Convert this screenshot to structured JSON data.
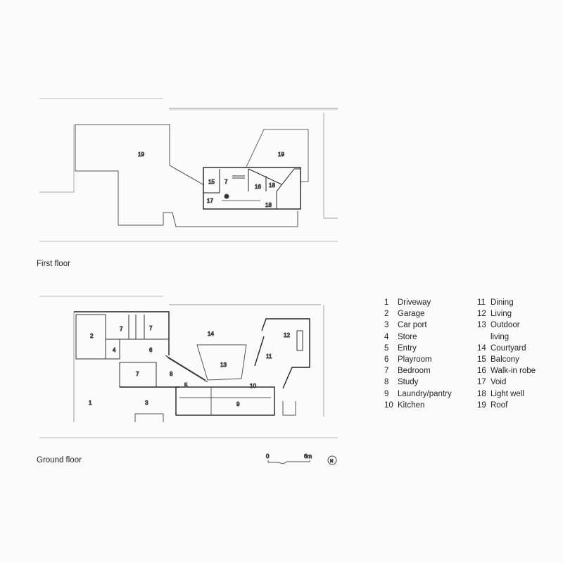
{
  "plans": {
    "first_floor": {
      "caption": "First floor",
      "labels": [
        "19",
        "19",
        "15",
        "7",
        "16",
        "18",
        "17",
        "18"
      ]
    },
    "ground_floor": {
      "caption": "Ground floor",
      "labels": [
        "1",
        "2",
        "3",
        "4",
        "5",
        "6",
        "7",
        "7",
        "7",
        "8",
        "9",
        "10",
        "11",
        "12",
        "13",
        "14"
      ]
    }
  },
  "scale_bar": {
    "start": "0",
    "end": "6m"
  },
  "north_symbol": "N",
  "legend": {
    "col1": [
      {
        "num": "1",
        "label": "Driveway"
      },
      {
        "num": "2",
        "label": "Garage"
      },
      {
        "num": "3",
        "label": "Car port"
      },
      {
        "num": "4",
        "label": "Store"
      },
      {
        "num": "5",
        "label": "Entry"
      },
      {
        "num": "6",
        "label": "Playroom"
      },
      {
        "num": "7",
        "label": "Bedroom"
      },
      {
        "num": "8",
        "label": "Study"
      },
      {
        "num": "9",
        "label": "Laundry/pantry"
      },
      {
        "num": "10",
        "label": "Kitchen"
      }
    ],
    "col2": [
      {
        "num": "11",
        "label": "Dining"
      },
      {
        "num": "12",
        "label": "Living"
      },
      {
        "num": "13",
        "label": "Outdoor"
      },
      {
        "num": "",
        "label": "living"
      },
      {
        "num": "14",
        "label": "Courtyard"
      },
      {
        "num": "15",
        "label": "Balcony"
      },
      {
        "num": "16",
        "label": "Walk-in robe"
      },
      {
        "num": "17",
        "label": "Void"
      },
      {
        "num": "18",
        "label": "Light well"
      },
      {
        "num": "19",
        "label": "Roof"
      }
    ]
  }
}
